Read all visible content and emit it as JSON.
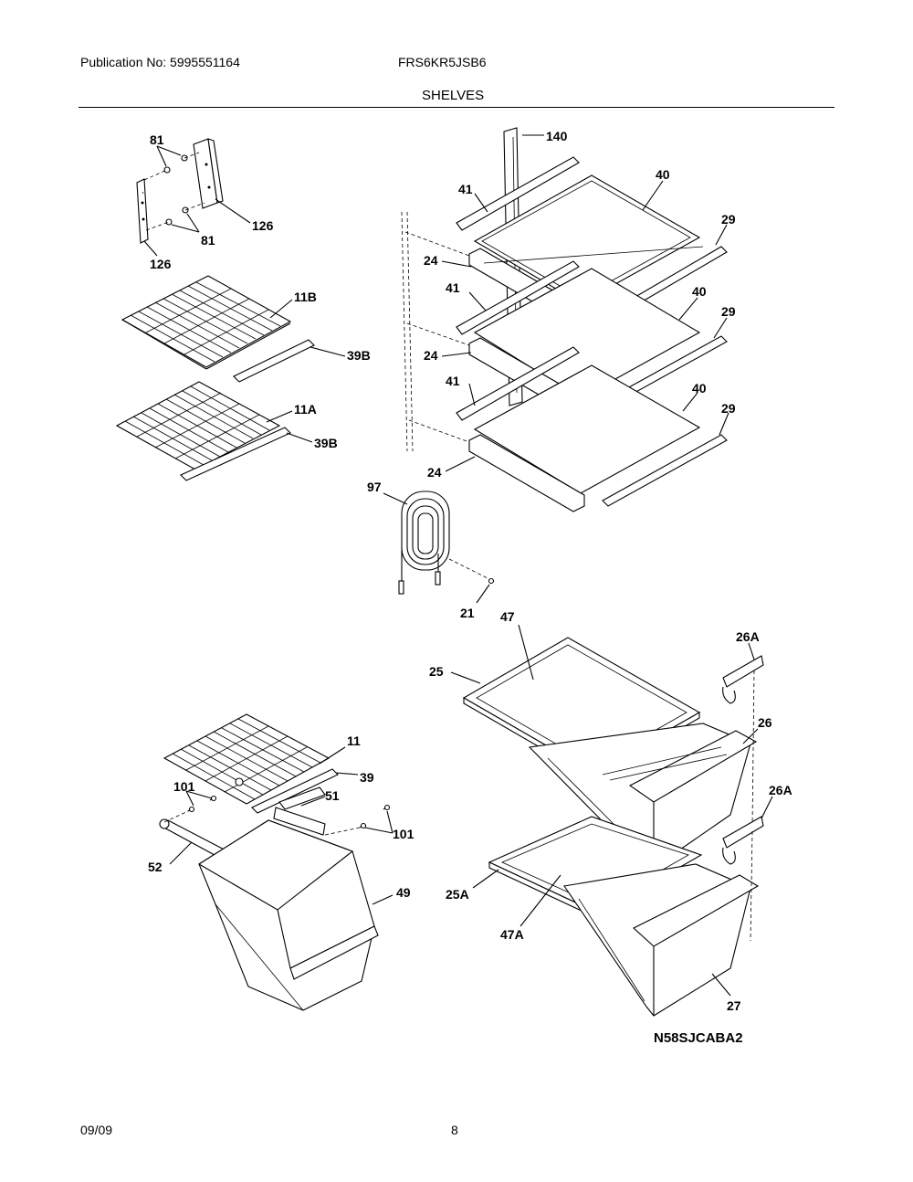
{
  "header": {
    "publication": "Publication No: 5995551164",
    "model": "FRS6KR5JSB6",
    "section": "SHELVES"
  },
  "footer": {
    "date": "09/09",
    "page": "8"
  },
  "diagram_code": "N58SJCABA2",
  "callouts": {
    "c81a": "81",
    "c126a": "126",
    "c81b": "81",
    "c126b": "126",
    "c11B": "11B",
    "c39Ba": "39B",
    "c11A": "11A",
    "c39Bb": "39B",
    "c140": "140",
    "c41a": "41",
    "c40a": "40",
    "c29a": "29",
    "c24a": "24",
    "c41b": "41",
    "c40b": "40",
    "c29b": "29",
    "c24b": "24",
    "c41c": "41",
    "c40c": "40",
    "c29c": "29",
    "c24c": "24",
    "c97": "97",
    "c21": "21",
    "c47": "47",
    "c25": "25",
    "c26Aa": "26A",
    "c26": "26",
    "c26Ab": "26A",
    "c25A": "25A",
    "c47A": "47A",
    "c27": "27",
    "c11": "11",
    "c39": "39",
    "c101a": "101",
    "c51": "51",
    "c101b": "101",
    "c52": "52",
    "c49": "49"
  }
}
